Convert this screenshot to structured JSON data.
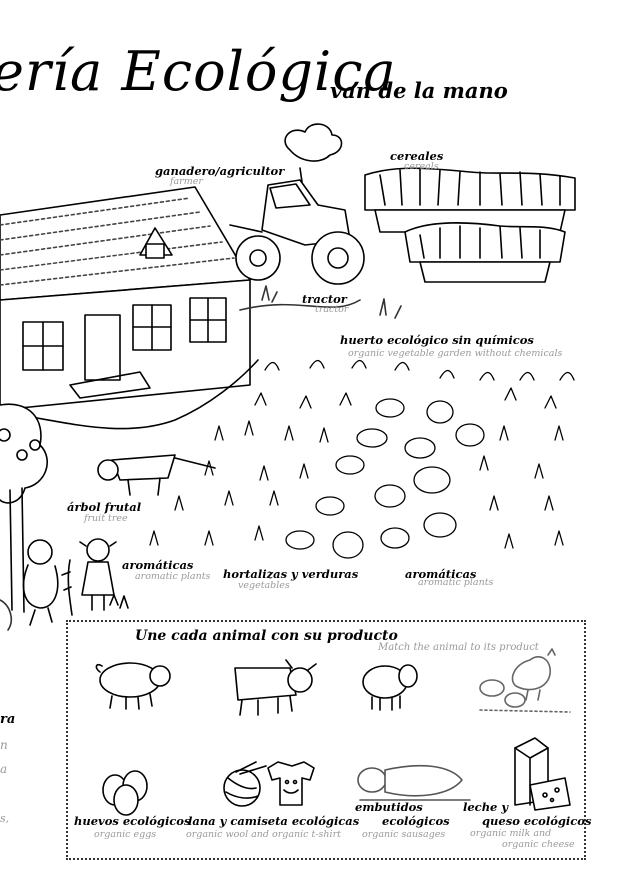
{
  "header": {
    "title": "ería Ecológica",
    "subtitle": "van de la mano"
  },
  "farm_labels": {
    "farmer": {
      "es": "ganadero/agricultor",
      "en": "farmer"
    },
    "cereals": {
      "es": "cereales",
      "en": "cereals"
    },
    "tractor": {
      "es": "tractor",
      "en": "tractor"
    },
    "garden": {
      "es": "huerto ecológico sin químicos",
      "en": "organic vegetable garden without chemicals"
    },
    "fruit_tree": {
      "es": "árbol frutal",
      "en": "fruit tree"
    },
    "aromatic_left": {
      "es": "aromáticas",
      "en": "aromatic plants"
    },
    "vegetables": {
      "es": "hortalizas y verduras",
      "en": "vegetables"
    },
    "aromatic_right": {
      "es": "aromáticas",
      "en": "aromatic plants"
    }
  },
  "left_fragments": [
    "ra",
    "n",
    "a",
    "s,"
  ],
  "match": {
    "title": "Une cada animal con su producto",
    "subtitle": "Match the animal to its product",
    "products": [
      {
        "es": "huevos ecológicos",
        "en": "organic eggs"
      },
      {
        "es": "lana y camiseta ecológicas",
        "en": "organic wool and organic t-shirt"
      },
      {
        "es1": "embutidos",
        "es2": "ecológicos",
        "en": "organic sausages"
      },
      {
        "es1": "leche y",
        "es2": "queso ecológicos",
        "en1": "organic milk and",
        "en2": "organic cheese"
      }
    ]
  }
}
